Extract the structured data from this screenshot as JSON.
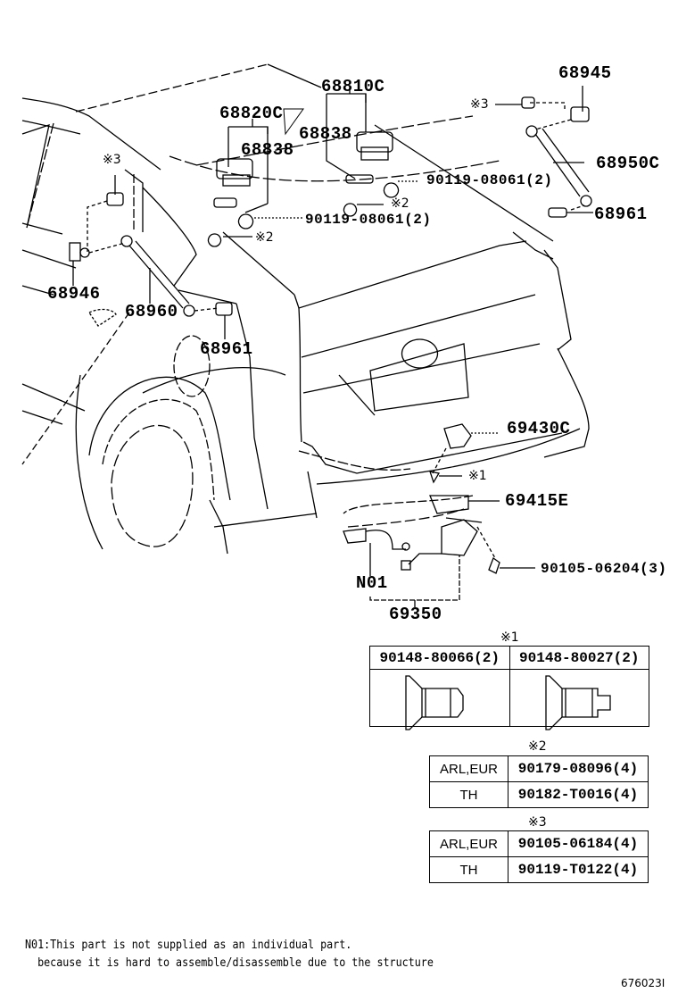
{
  "diagram": {
    "title": "Back door lock & hinge / damper stay parts diagram",
    "callouts": [
      {
        "id": "68810C",
        "text": "68810C"
      },
      {
        "id": "68820C",
        "text": "68820C"
      },
      {
        "id": "68838_a",
        "text": "68838"
      },
      {
        "id": "68838_b",
        "text": "68838"
      },
      {
        "id": "90119-08061_a",
        "text": "90119-08061(2)"
      },
      {
        "id": "90119-08061_b",
        "text": "90119-08061(2)"
      },
      {
        "id": "ref2_a",
        "text": "※2"
      },
      {
        "id": "ref2_b",
        "text": "※2"
      },
      {
        "id": "68945",
        "text": "68945"
      },
      {
        "id": "ref3_a",
        "text": "※3"
      },
      {
        "id": "ref3_b",
        "text": "※3"
      },
      {
        "id": "68950C",
        "text": "68950C"
      },
      {
        "id": "68961_a",
        "text": "68961"
      },
      {
        "id": "68961_b",
        "text": "68961"
      },
      {
        "id": "68946",
        "text": "68946"
      },
      {
        "id": "68960",
        "text": "68960"
      },
      {
        "id": "69430C",
        "text": "69430C"
      },
      {
        "id": "ref1",
        "text": "※1"
      },
      {
        "id": "69415E",
        "text": "69415E"
      },
      {
        "id": "90105-06204",
        "text": "90105-06204(3)"
      },
      {
        "id": "N01",
        "text": "N01"
      },
      {
        "id": "69350",
        "text": "69350"
      }
    ]
  },
  "table1": {
    "caption": "※1",
    "headers": [
      "90148-80066(2)",
      "90148-80027(2)"
    ]
  },
  "table2": {
    "caption": "※2",
    "rows": [
      {
        "region": "ARL,EUR",
        "part": "90179-08096(4)"
      },
      {
        "region": "TH",
        "part": "90182-T0016(4)"
      }
    ]
  },
  "table3": {
    "caption": "※3",
    "rows": [
      {
        "region": "ARL,EUR",
        "part": "90105-06184(4)"
      },
      {
        "region": "TH",
        "part": "90119-T0122(4)"
      }
    ]
  },
  "footnote": {
    "line1": "N01:This part is not supplied as an individual part.",
    "line2": "  because it is hard to assemble/disassemble due to the structure"
  },
  "figure_id": "676023I"
}
